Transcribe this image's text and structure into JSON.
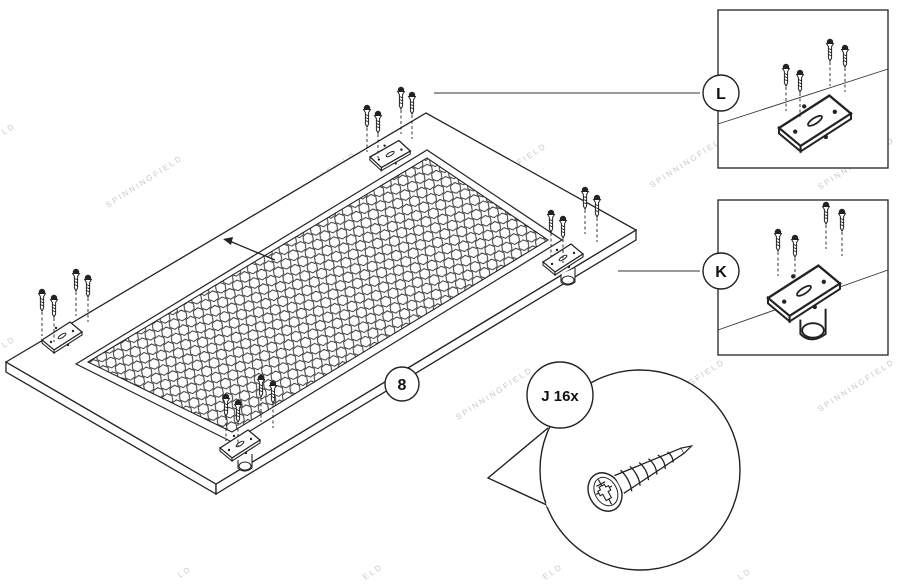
{
  "callouts": {
    "part_l": "L",
    "part_k": "K",
    "part_number": "8",
    "screw_qty": "J 16x"
  },
  "watermark": {
    "text": "SPINNINGFIELD",
    "fragment_ld": "LD",
    "fragment_eld": "ELD"
  },
  "colors": {
    "line": "#222222",
    "watermark": "#c9c9c9",
    "background": "#ffffff"
  }
}
